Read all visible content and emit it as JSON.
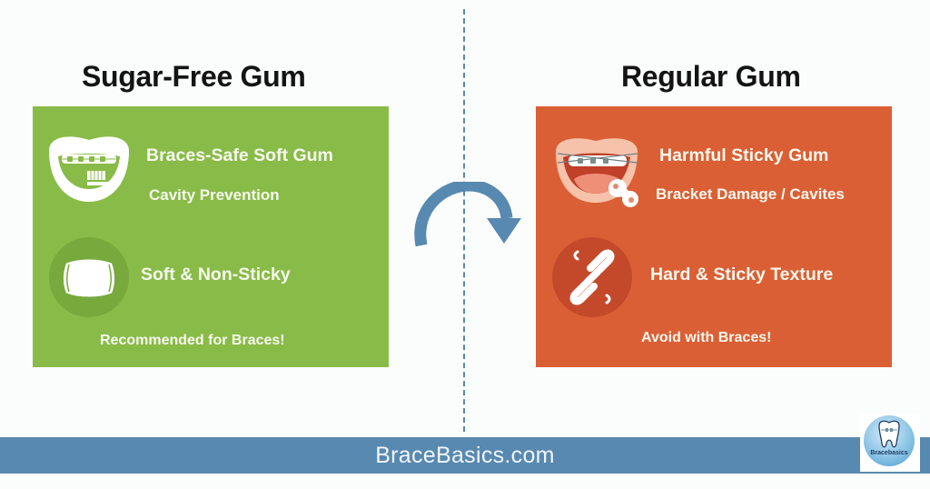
{
  "comparison": {
    "left": {
      "heading": "Sugar-Free Gum",
      "color": "#89bb48",
      "items": [
        {
          "icon": "braces-smile-toothbrush-icon",
          "title": "Braces-Safe Soft Gum",
          "subtitle": "Cavity Prevention"
        },
        {
          "icon": "pillow-icon",
          "title": "Soft & Non-Sticky"
        }
      ],
      "verdict": "Recommended for Braces!"
    },
    "right": {
      "heading": "Regular Gum",
      "color": "#db5f35",
      "items": [
        {
          "icon": "mouth-braces-gum-icon",
          "title": "Harmful Sticky Gum",
          "subtitle": "Bracket Damage / Cavites"
        },
        {
          "icon": "broken-chain-icon",
          "title": "Hard & Sticky Texture"
        }
      ],
      "verdict": "Avoid with Braces!"
    }
  },
  "transition": {
    "icon": "curved-arrow-icon",
    "color": "#5889b0"
  },
  "footer": {
    "site": "BraceBasics.com",
    "logo_text": "Bracebasics",
    "color": "#5889b0"
  }
}
